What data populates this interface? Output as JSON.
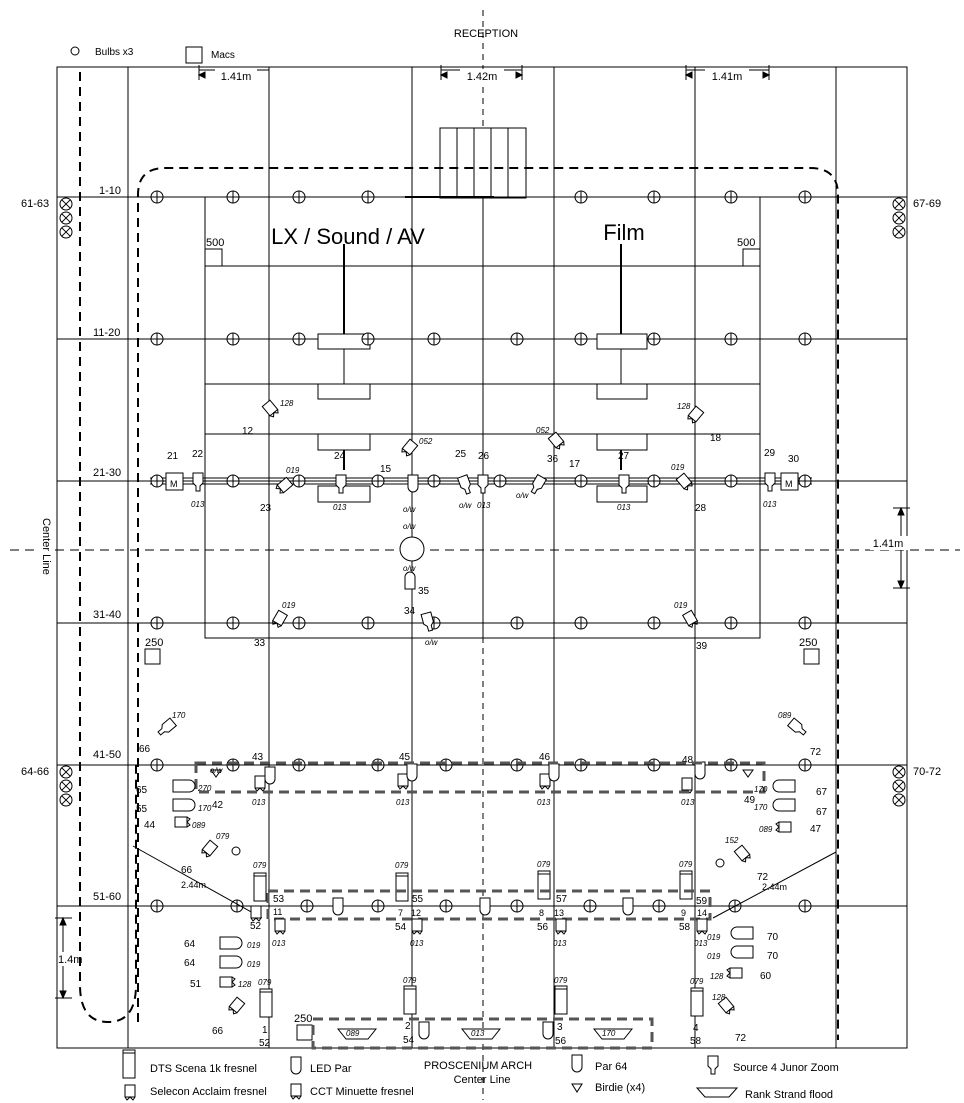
{
  "header": {
    "reception": "RECEPTION",
    "legend_bulbs": "Bulbs x3",
    "legend_macs": "Macs"
  },
  "dimensions": {
    "left_top": "1.41m",
    "center_top": "1.42m",
    "right_top": "1.41m",
    "right_side": "1.41m",
    "left_bottom": "1.4m",
    "diag_left": "2.44m",
    "diag_right": "2.44m"
  },
  "rooms": {
    "lx": "LX / Sound / AV",
    "film": "Film",
    "lx_500": "500",
    "film_500": "500"
  },
  "bars": {
    "b1": "1-10",
    "b2": "11-20",
    "b3": "21-30",
    "b4": "31-40",
    "b5": "41-50",
    "b6": "51-60",
    "left_top": "61-63",
    "left_mid": "64-66",
    "right_top": "67-69",
    "right_mid": "70-72"
  },
  "center_line": "Center Line",
  "fixtures": {
    "n12": "12",
    "n18": "18",
    "n21": "21",
    "n22": "22",
    "n23": "23",
    "n24": "24",
    "n25": "25",
    "n26": "26",
    "n27": "27",
    "n28": "28",
    "n29": "29",
    "n30": "30",
    "n15": "15",
    "n17": "17",
    "n36": "36",
    "n34": "34",
    "n35": "35",
    "n33": "33",
    "n39": "39",
    "n43": "43",
    "n45": "45",
    "n46": "46",
    "n48": "48",
    "n66a": "66",
    "n72a": "72",
    "n65": "65",
    "n55a": "55",
    "n44": "44",
    "n42": "42",
    "n67a": "67",
    "n67b": "67",
    "n49": "49",
    "n47": "47",
    "n66b": "66",
    "n72b": "72",
    "n53": "53",
    "n52a": "52",
    "n11": "11",
    "n7": "7",
    "n12b": "12",
    "n54a": "54",
    "n8": "8",
    "n13": "13",
    "n56a": "56",
    "n9": "9",
    "n14": "14",
    "n58a": "58",
    "n59": "59",
    "n55b": "55",
    "n57": "57",
    "n64a": "64",
    "n64b": "64",
    "n51": "51",
    "n66c": "66",
    "n70a": "70",
    "n70b": "70",
    "n60": "60",
    "n72c": "72",
    "n1": "1",
    "n52b": "52",
    "n2": "2",
    "n54b": "54",
    "n3": "3",
    "n56b": "56",
    "n4": "4",
    "n58b": "58",
    "n250a": "250",
    "n250b": "250",
    "n250c": "250"
  },
  "gels": {
    "g128a": "128",
    "g128b": "128",
    "g052a": "052",
    "g052b": "052",
    "g019a": "019",
    "g019b": "019",
    "g019c": "019",
    "g019d": "019",
    "g013a": "013",
    "g013b": "013",
    "g013c": "013",
    "g013d": "013",
    "g013e": "013",
    "g013f": "013",
    "ow1": "o/w",
    "ow2": "o/w",
    "ow3": "o/w",
    "ow4": "o/w",
    "ow5": "o/w",
    "ow6": "o/w",
    "g170a": "170",
    "g089a": "089",
    "g270": "270",
    "g170b": "170",
    "g089b": "089",
    "g079a": "079",
    "g170c": "170",
    "g170d": "170",
    "g089c": "089",
    "g152": "152",
    "g013r1": "013",
    "g013r2": "013",
    "g013r3": "013",
    "g013r4": "013",
    "g079r1": "079",
    "g079r2": "079",
    "g079r3": "079",
    "g079r4": "079",
    "g013s1": "013",
    "g013s2": "013",
    "g013s3": "013",
    "g013s4": "013",
    "g019l1": "019",
    "g019l2": "019",
    "g128l": "128",
    "g019r1": "019",
    "g019r2": "019",
    "g128r": "128",
    "g079b1": "079",
    "g079b2": "079",
    "g079b3": "079",
    "g079b4": "079",
    "g079b5": "079",
    "g128b2": "128",
    "flood089": "089",
    "flood013": "013",
    "flood170": "170",
    "ow_l": "o/w"
  },
  "legend": {
    "scena": "DTS Scena 1k fresnel",
    "selecon": "Selecon Acclaim fresnel",
    "ledpar": "LED Par",
    "cct": "CCT Minuette fresnel",
    "proscenium": "PROSCENIUM ARCH",
    "proscenium_sub": "Center Line",
    "par64": "Par 64",
    "birdie": "Birdie (x4)",
    "source4": "Source 4 Junor Zoom",
    "rank": "Rank Strand flood"
  }
}
